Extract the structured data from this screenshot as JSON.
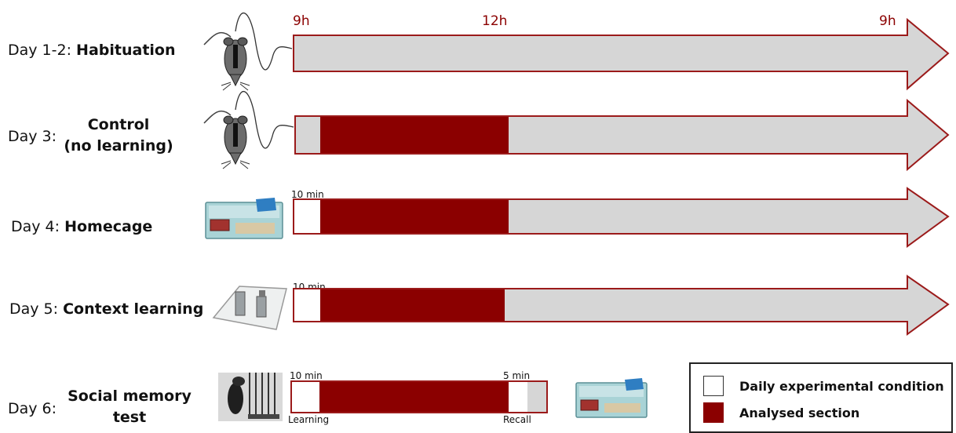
{
  "colors": {
    "analysed": "#8b0000",
    "outline": "#9b1a1a",
    "track": "#d6d6d6",
    "condition": "#ffffff"
  },
  "timeline": {
    "t_start": "9h",
    "t_mid": "12h",
    "t_end": "9h"
  },
  "rows": [
    {
      "day": "Day 1-2:",
      "condition": "Habituation",
      "image": "mouse-with-tether"
    },
    {
      "day": "Day 3:",
      "condition_line1": "Control",
      "condition_line2": "(no learning)",
      "image": "mouse-with-tether"
    },
    {
      "day": "Day 4:",
      "condition": "Homecage",
      "image": "homecage-photo",
      "phase_label": "10 min"
    },
    {
      "day": "Day 5:",
      "condition": "Context learning",
      "image": "context-arena-photo",
      "phase_label": "10 min"
    },
    {
      "day": "Day 6:",
      "condition_line1": "Social memory",
      "condition_line2": "test",
      "image": "social-chamber-photo",
      "phase1_label": "10 min",
      "phase2_label": "5 min",
      "phase1_caption": "Learning",
      "phase2_caption": "Recall",
      "after_image": "homecage-photo"
    }
  ],
  "legend": {
    "items": [
      {
        "label": "Daily experimental condition",
        "color": "#ffffff"
      },
      {
        "label": "Analysed section",
        "color": "#8b0000"
      }
    ]
  }
}
